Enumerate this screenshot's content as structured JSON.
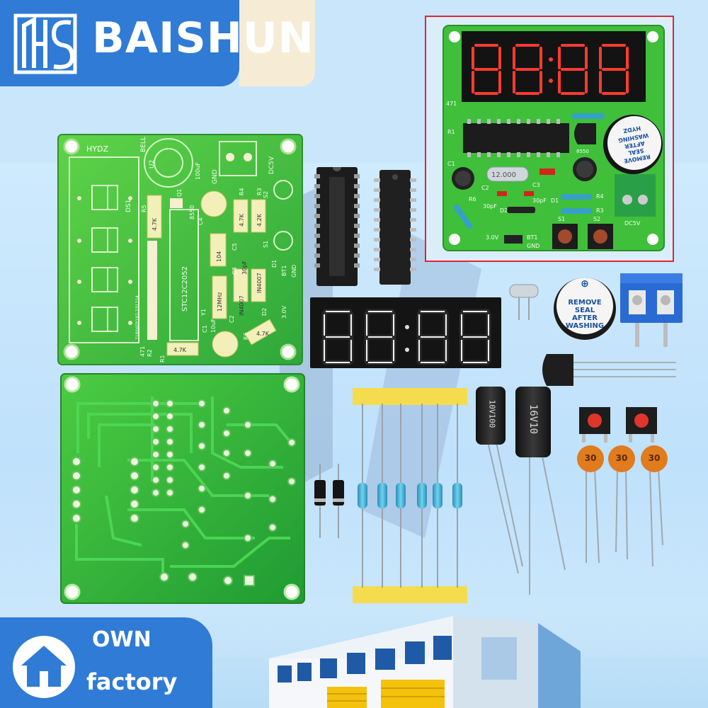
{
  "brand": {
    "name_part1": "BAISHUN",
    "name_part2": "UN",
    "logo_icon": "hs-logo-icon"
  },
  "pcb_front": {
    "labels": {
      "hydz": "HYDZ",
      "bell": "BELL",
      "u2": "U2",
      "gnd": "GND",
      "dc5v": "DC5V",
      "ds1": "DS1",
      "r5": "R5",
      "r5v": "4.7K",
      "q1": "Q1",
      "s8550": "8550",
      "r4": "R4",
      "r3": "R3",
      "r4v": "4.7K",
      "r3v": "4.2K",
      "s2": "S2",
      "s1": "S1",
      "c4": "C4",
      "c5": "C5",
      "c3": "C3",
      "c3v": "30pF",
      "c104": "104",
      "d1": "D1",
      "d1v": "IN4007",
      "d2v": "IN4007",
      "d2": "D2",
      "bt1": "BT1",
      "v30": "3.0V",
      "gnd2": "GND",
      "ic": "STC12C2052",
      "y1": "Y1",
      "y1v": "12MHz",
      "c1": "C1",
      "c1v": "10uF",
      "c2": "C2",
      "r6": "R6",
      "r6v": "4.7K",
      "r1": "R1",
      "r1v": "4.7K",
      "r2": "R2",
      "r2v": "471",
      "c100": "100uF",
      "code": "71BS6FP197-231214"
    }
  },
  "inset": {
    "labels": {
      "r471": "471",
      "r1": "R1",
      "c1": "C1",
      "crystal": "12.000",
      "c2": "C2",
      "r6": "R6",
      "c30a": "30pF",
      "c30b": "30pF",
      "c3": "C3",
      "r4": "R4",
      "r3": "R3",
      "d1": "D1",
      "d2": "D2",
      "s1": "S1",
      "s2": "S2",
      "v30": "3.0V",
      "bt1": "BT1",
      "gnd": "GND",
      "dc5v": "DC5V",
      "s8550": "8550",
      "buzzer_text": [
        "REMOVE",
        "SEAL",
        "AFTER",
        "WASHING",
        "HYDZ"
      ]
    }
  },
  "buzzer": {
    "lines": [
      "REMOVE",
      "SEAL",
      "AFTER",
      "WASHING"
    ]
  },
  "capacitors": {
    "small": "10V100",
    "large": "16V10"
  },
  "ceramic": [
    "30",
    "30",
    "30"
  ],
  "footer": {
    "line1": "OWN",
    "line2": "factory",
    "icon": "house-icon"
  },
  "colors": {
    "brand_blue": "#2f7bd6",
    "pcb_green": "#3fbf3a",
    "led_red": "#ff3b2f",
    "inset_border": "#e0243a"
  }
}
